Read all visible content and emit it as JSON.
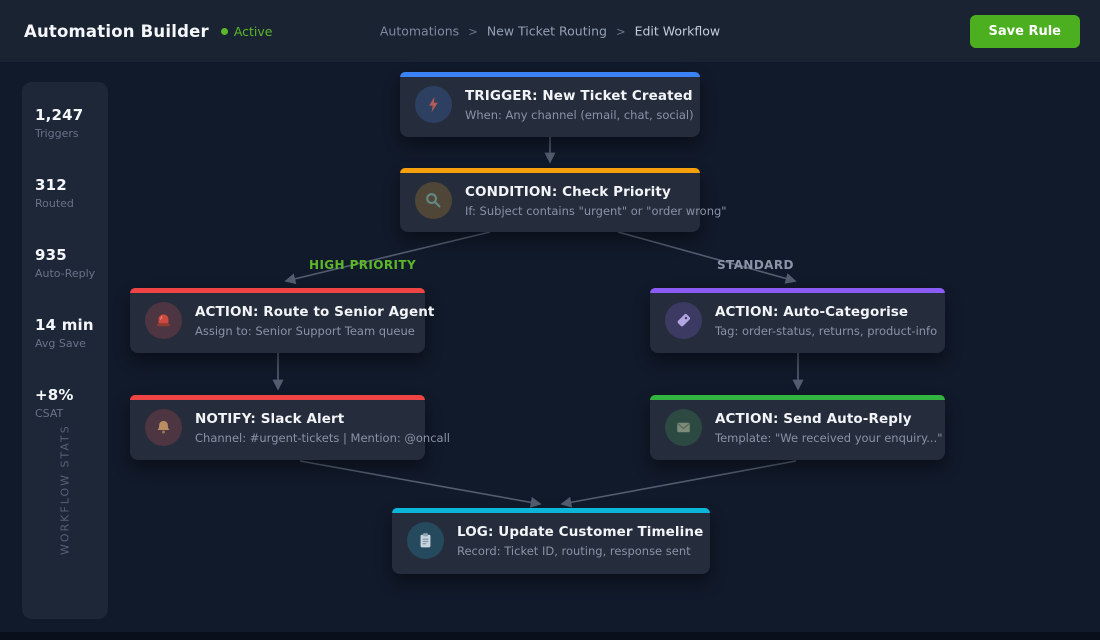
{
  "header": {
    "title": "Automation Builder",
    "status": "Active",
    "breadcrumb": [
      "Automations",
      "New Ticket Routing",
      "Edit Workflow"
    ],
    "separator": ">",
    "save_label": "Save Rule"
  },
  "colors": {
    "save_button": "#4caf1f",
    "status_active": "#5cb729",
    "edge": "#5a6578"
  },
  "sidebar": {
    "vertical_label": "WORKFLOW STATS",
    "stats": [
      {
        "value": "1,247",
        "label": "Triggers"
      },
      {
        "value": "312",
        "label": "Routed"
      },
      {
        "value": "935",
        "label": "Auto-Reply"
      },
      {
        "value": "14 min",
        "label": "Avg Save"
      },
      {
        "value": "+8%",
        "label": "CSAT"
      }
    ]
  },
  "canvas": {
    "branch_labels": [
      {
        "text": "HIGH PRIORITY",
        "color": "#5cb729"
      },
      {
        "text": "STANDARD",
        "color": "#8b95a8"
      }
    ],
    "nodes": [
      {
        "type": "trigger",
        "icon": "lightning-bolt",
        "accent": "#3b82f6",
        "title": "TRIGGER: New Ticket Created",
        "subtitle": "When: Any channel (email, chat, social)"
      },
      {
        "type": "condition",
        "icon": "magnifier",
        "accent": "#f5a00c",
        "title": "CONDITION: Check Priority",
        "subtitle": "If: Subject contains \"urgent\" or \"order wrong\""
      },
      {
        "type": "action",
        "icon": "siren",
        "accent": "#ee4444",
        "title": "ACTION: Route to Senior Agent",
        "subtitle": "Assign to: Senior Support Team queue"
      },
      {
        "type": "action",
        "icon": "tag",
        "accent": "#8b5cf6",
        "title": "ACTION: Auto-Categorise",
        "subtitle": "Tag: order-status, returns, product-info"
      },
      {
        "type": "notify",
        "icon": "bell",
        "accent": "#ee4444",
        "title": "NOTIFY: Slack Alert",
        "subtitle": "Channel: #urgent-tickets | Mention: @oncall"
      },
      {
        "type": "action",
        "icon": "envelope",
        "accent": "#33b440",
        "title": "ACTION: Send Auto-Reply",
        "subtitle": "Template: \"We received your enquiry...\""
      },
      {
        "type": "log",
        "icon": "clipboard",
        "accent": "#0cb6d8",
        "title": "LOG: Update Customer Timeline",
        "subtitle": "Record: Ticket ID, routing, response sent"
      }
    ]
  }
}
